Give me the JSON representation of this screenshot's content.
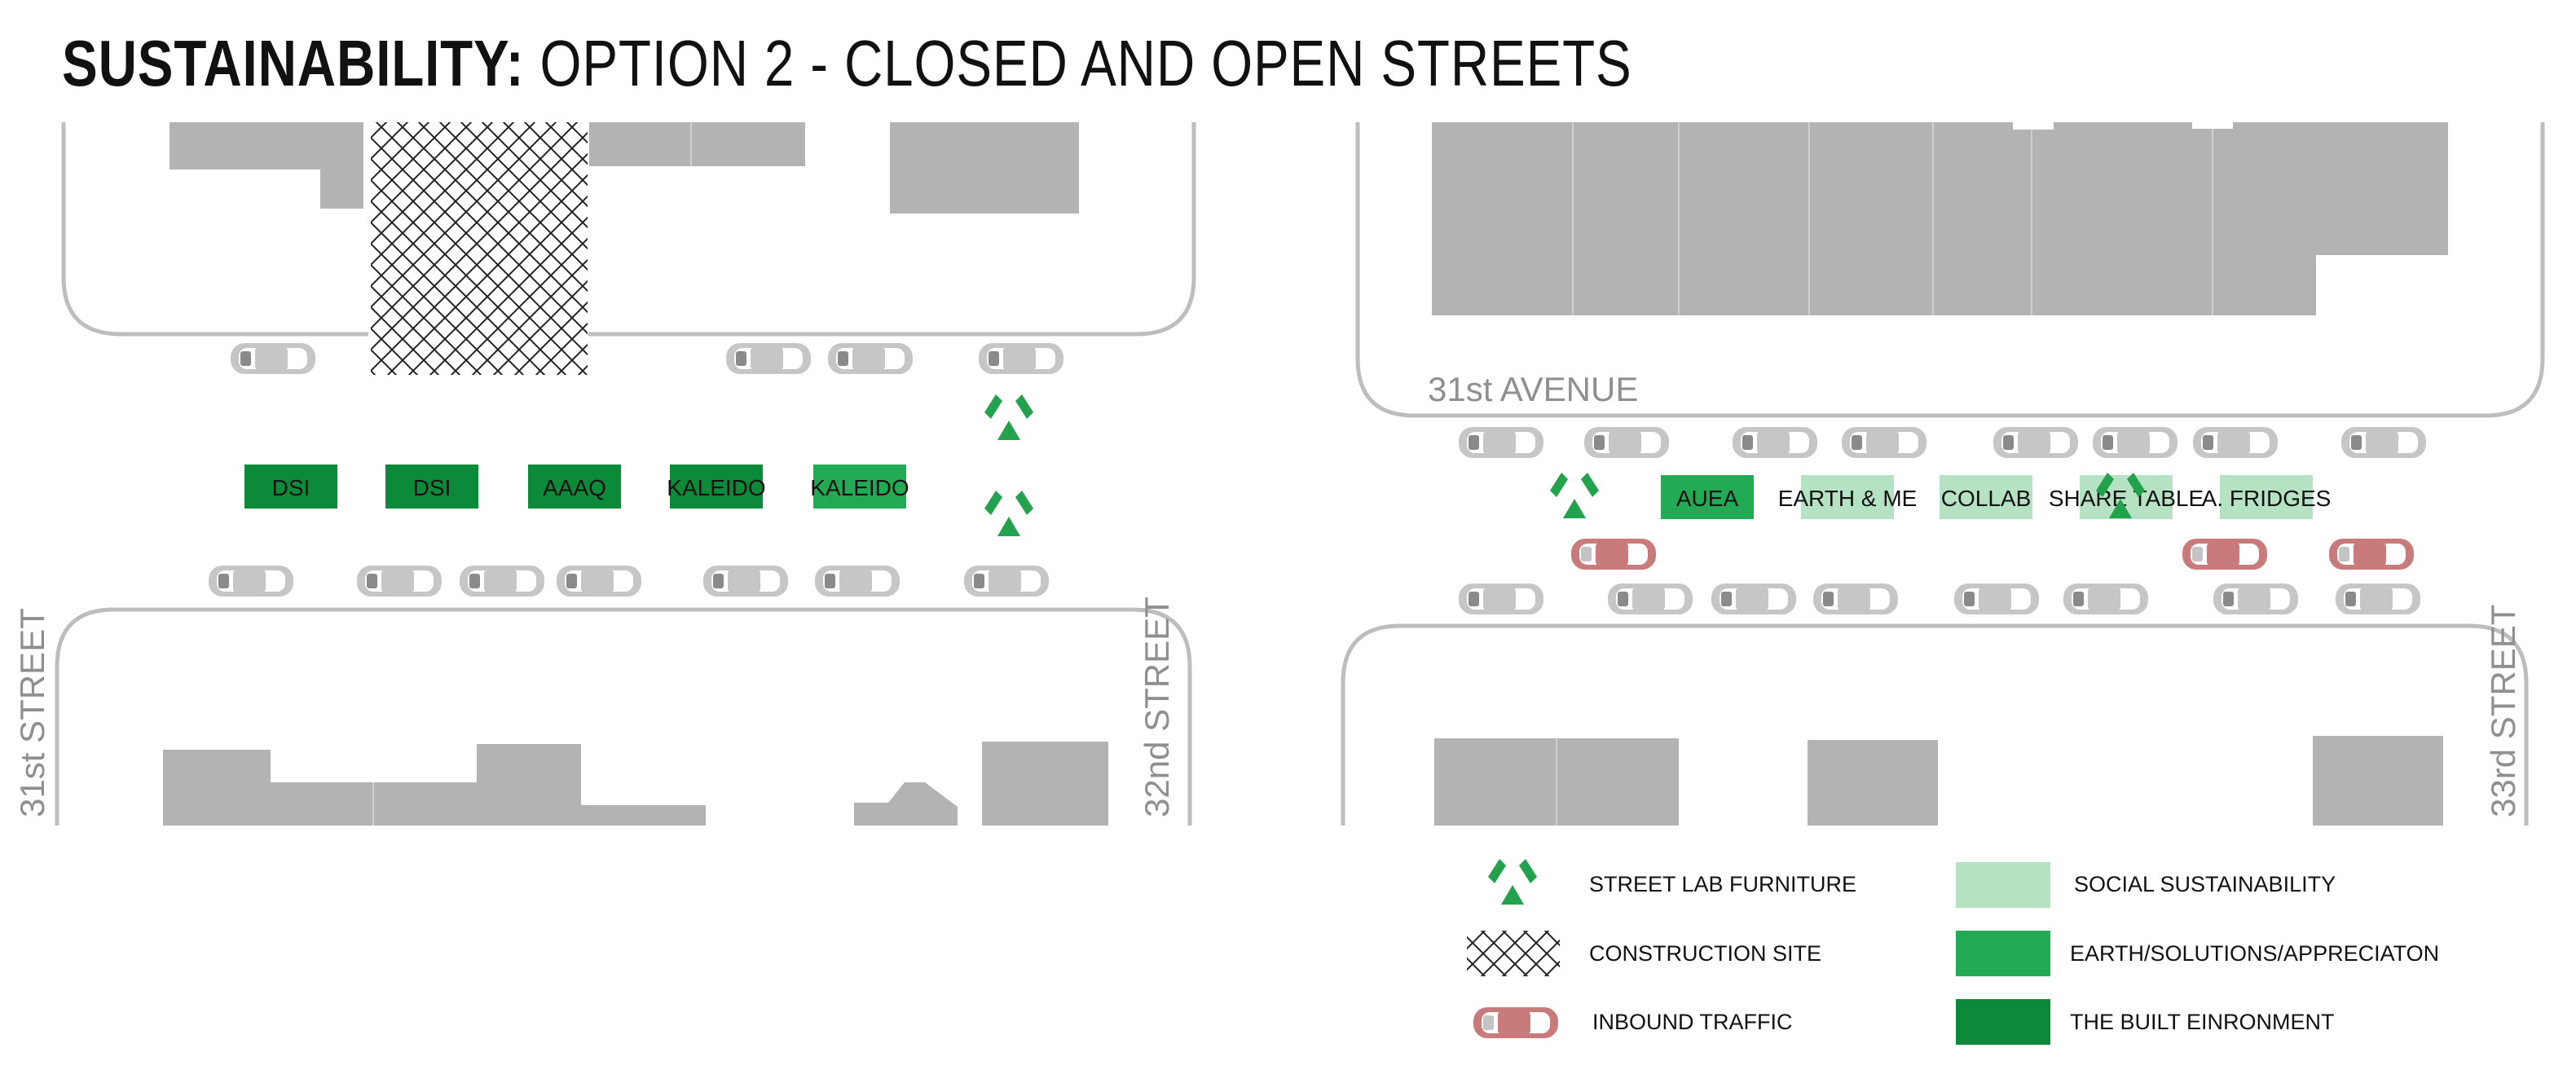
{
  "title": {
    "bold": "SUSTAINABILITY:",
    "rest": " OPTION 2 - CLOSED AND OPEN STREETS"
  },
  "streets": {
    "st31": "31st  STREET",
    "st32": "32nd  STREET",
    "ave31": "31st  AVENUE",
    "st33": "33rd STREET"
  },
  "zones": [
    {
      "label": "DSI",
      "category": "built"
    },
    {
      "label": "DSI",
      "category": "built"
    },
    {
      "label": "AAAQ",
      "category": "built"
    },
    {
      "label": "KALEIDO",
      "category": "built"
    },
    {
      "label": "KALEIDO",
      "category": "earth"
    },
    {
      "label": "AUEA",
      "category": "earth"
    },
    {
      "label": "EARTH & ME",
      "category": "social"
    },
    {
      "label": "COLLAB",
      "category": "social"
    },
    {
      "label": "SHARE TABLE",
      "category": "social"
    },
    {
      "label": "A. FRIDGES",
      "category": "social"
    }
  ],
  "legend": {
    "furniture": "STREET LAB FURNITURE",
    "construction": "CONSTRUCTION SITE",
    "inbound": "INBOUND TRAFFIC",
    "social": "SOCIAL SUSTAINABILITY",
    "earth": "EARTH/SOLUTIONS/APPRECIATON",
    "built": "THE BUILT EINRONMENT"
  },
  "colors": {
    "building": "#b3b3b3",
    "curb": "#bdbdbd",
    "car": "#c6c6c6",
    "inbound_car": "#c97a7a",
    "social": "#b5e2c3",
    "earth": "#22aa55",
    "built": "#0b8a3a",
    "furniture": "#23a24d"
  },
  "icons": [
    "street-lab-furniture-icon",
    "construction-site-hatch-icon",
    "car-icon",
    "inbound-car-icon"
  ]
}
